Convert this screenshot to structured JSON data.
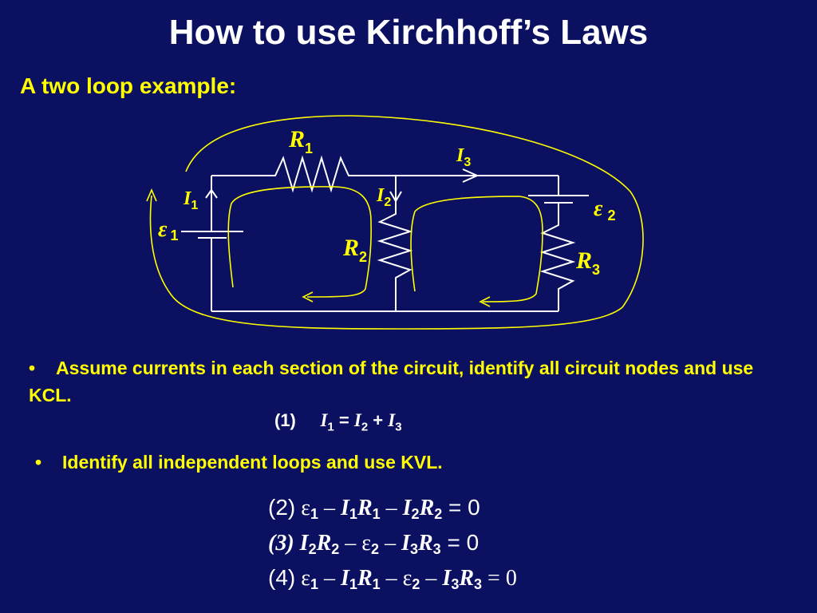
{
  "title": "How to use Kirchhoff’s Laws",
  "subtitle": "A two loop example:",
  "circuit": {
    "labels": {
      "r1": {
        "sym": "R",
        "sub": "1"
      },
      "r2": {
        "sym": "R",
        "sub": "2"
      },
      "r3": {
        "sym": "R",
        "sub": "3"
      },
      "i1": {
        "sym": "I",
        "sub": "1"
      },
      "i2": {
        "sym": "I",
        "sub": "2"
      },
      "i3": {
        "sym": "I",
        "sub": "3"
      },
      "e1": {
        "sym": "ε",
        "sub": "1"
      },
      "e2": {
        "sym": "ε",
        "sub": "2"
      }
    },
    "colors": {
      "wire": "#ffffff",
      "annotation": "#ffff00",
      "background": "#0b1160"
    }
  },
  "bullets": [
    {
      "marker": "•",
      "text": "Assume currents in each section of the circuit, identify all circuit nodes  and use KCL."
    },
    {
      "marker": "•",
      "text": "Identify all independent loops and use KVL."
    }
  ],
  "kcl": {
    "num": "(1)",
    "lhs": "I",
    "lhs_sub": "1",
    "eq": "=",
    "a": "I",
    "a_sub": "2",
    "plus": "+",
    "b": "I",
    "b_sub": "3"
  },
  "equations": [
    {
      "num": "(2)",
      "parts": [
        "ε",
        "1",
        " – ",
        "I",
        "1",
        "R",
        "1",
        " – ",
        "I",
        "2",
        "R",
        "2",
        " = 0"
      ]
    },
    {
      "num": "(3)",
      "parts": [
        "I",
        "2",
        "R",
        "2",
        " – ",
        "ε",
        "2",
        " – ",
        "I",
        "3",
        "R",
        "3",
        " = 0"
      ]
    },
    {
      "num": "(4)",
      "parts": [
        "ε",
        "1",
        " – ",
        "I",
        "1",
        "R",
        "1",
        " – ",
        "ε",
        "2",
        " – ",
        "I",
        "3",
        "R",
        "3",
        " = 0"
      ]
    }
  ]
}
